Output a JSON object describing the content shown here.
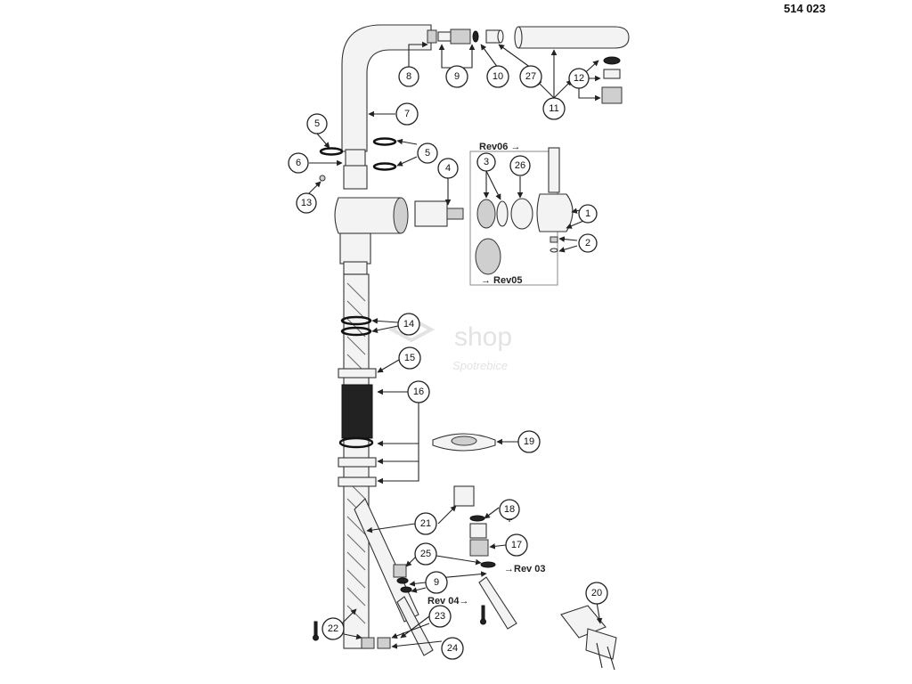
{
  "title": "514 023",
  "watermark": {
    "main": "shop",
    "sub": "Spotrebice"
  },
  "callouts": {
    "c1": "1",
    "c2": "2",
    "c3": "3",
    "c4": "4",
    "c5a": "5",
    "c5b": "5",
    "c6": "6",
    "c7": "7",
    "c8": "8",
    "c9a": "9",
    "c9b": "9",
    "c10": "10",
    "c11": "11",
    "c12": "12",
    "c13": "13",
    "c14": "14",
    "c15": "15",
    "c16": "16",
    "c17": "17",
    "c18": "18",
    "c19": "19",
    "c20": "20",
    "c21": "21",
    "c22": "22",
    "c23": "23",
    "c24": "24",
    "c25": "25",
    "c26": "26",
    "c27": "27"
  },
  "revisions": {
    "rev06": "Rev06 →",
    "rev05": "→ Rev05",
    "rev03": "→Rev 03",
    "rev04": "Rev 04→"
  }
}
